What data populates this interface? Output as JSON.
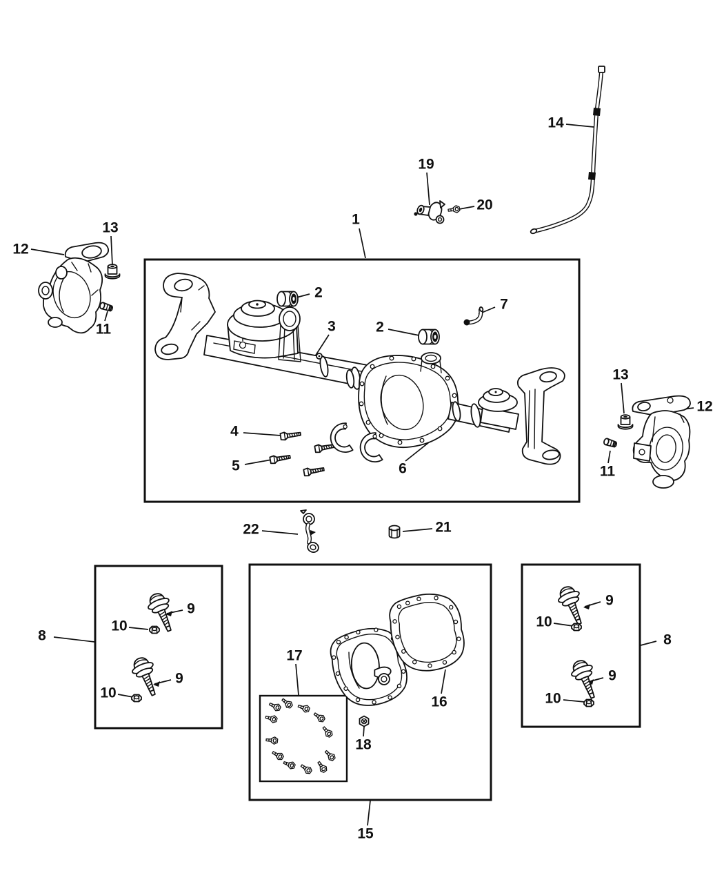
{
  "diagram": {
    "kind": "exploded-parts-diagram",
    "colors": {
      "background": "#ffffff",
      "line": "#101010",
      "text": "#101010"
    },
    "groups": [
      {
        "name": "main-assembly-box",
        "callout_ref": "1"
      },
      {
        "name": "ball-joint-box-left",
        "callout_ref": "8"
      },
      {
        "name": "cover-kit-box",
        "callout_ref": "15"
      },
      {
        "name": "bolt-kit-inner-box",
        "callout_ref": "17"
      },
      {
        "name": "ball-joint-box-right",
        "callout_ref": "8"
      }
    ]
  },
  "callouts": [
    {
      "ref": "1",
      "text": "1"
    },
    {
      "ref": "2-left",
      "text": "2"
    },
    {
      "ref": "2-right",
      "text": "2"
    },
    {
      "ref": "3",
      "text": "3"
    },
    {
      "ref": "4",
      "text": "4"
    },
    {
      "ref": "5",
      "text": "5"
    },
    {
      "ref": "6",
      "text": "6"
    },
    {
      "ref": "7",
      "text": "7"
    },
    {
      "ref": "8-left",
      "text": "8"
    },
    {
      "ref": "8-right",
      "text": "8"
    },
    {
      "ref": "9-left-upper",
      "text": "9"
    },
    {
      "ref": "9-left-lower",
      "text": "9"
    },
    {
      "ref": "9-right-upper",
      "text": "9"
    },
    {
      "ref": "9-right-lower",
      "text": "9"
    },
    {
      "ref": "10-left-upper",
      "text": "10"
    },
    {
      "ref": "10-left-lower",
      "text": "10"
    },
    {
      "ref": "10-right-upper",
      "text": "10"
    },
    {
      "ref": "10-right-lower",
      "text": "10"
    },
    {
      "ref": "11-left",
      "text": "11"
    },
    {
      "ref": "11-right",
      "text": "11"
    },
    {
      "ref": "12-left",
      "text": "12"
    },
    {
      "ref": "12-right",
      "text": "12"
    },
    {
      "ref": "13-left",
      "text": "13"
    },
    {
      "ref": "13-right",
      "text": "13"
    },
    {
      "ref": "14",
      "text": "14"
    },
    {
      "ref": "15",
      "text": "15"
    },
    {
      "ref": "16",
      "text": "16"
    },
    {
      "ref": "17",
      "text": "17"
    },
    {
      "ref": "18",
      "text": "18"
    },
    {
      "ref": "19",
      "text": "19"
    },
    {
      "ref": "20",
      "text": "20"
    },
    {
      "ref": "21",
      "text": "21"
    },
    {
      "ref": "22",
      "text": "22"
    }
  ]
}
